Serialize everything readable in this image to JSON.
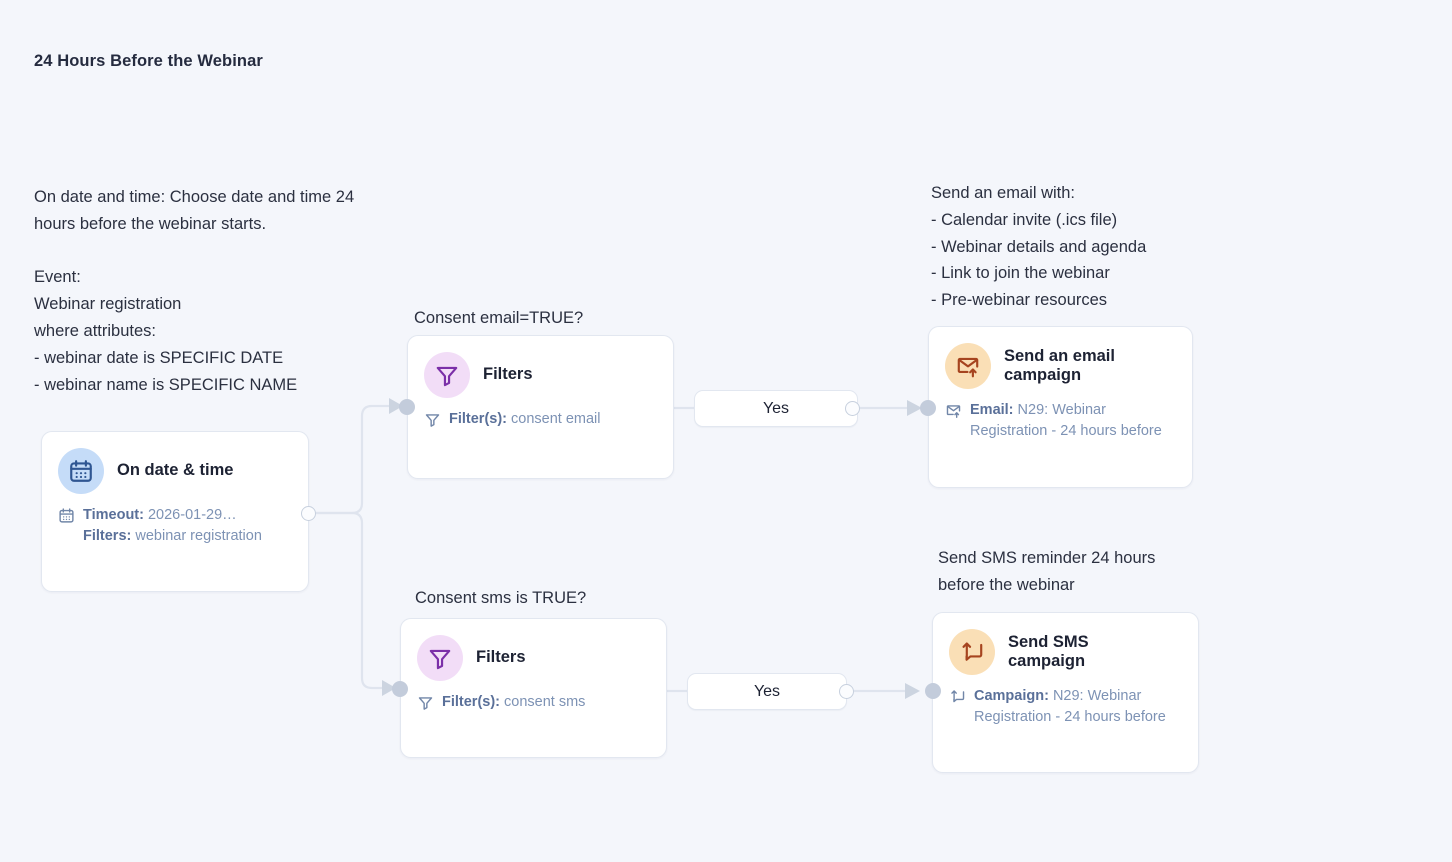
{
  "page": {
    "title": "24 Hours Before the Webinar",
    "background": "#f4f6fb"
  },
  "notes": {
    "trigger": "On date and time: Choose date and time 24\nhours before the webinar starts.\n\nEvent:\nWebinar registration\nwhere attributes:\n- webinar date is SPECIFIC DATE\n- webinar name is SPECIFIC NAME",
    "email": "Send an email with:\n- Calendar invite (.ics file)\n- Webinar details and agenda\n- Link to join the webinar\n- Pre-webinar resources",
    "sms": "Send SMS reminder 24 hours\nbefore the webinar"
  },
  "branch_labels": {
    "email_condition": "Consent email=TRUE?",
    "sms_condition": "Consent sms is TRUE?"
  },
  "edge_labels": {
    "yes_email": "Yes",
    "yes_sms": "Yes"
  },
  "nodes": {
    "trigger": {
      "title": "On date & time",
      "icon": "calendar-icon",
      "icon_bg": "#c5dcf8",
      "icon_color": "#2f5692",
      "meta_icon": "calendar-icon",
      "meta": [
        {
          "label": "Timeout:",
          "value": " 2026-01-29…"
        },
        {
          "label": "Filters:",
          "value": " webinar registration"
        }
      ]
    },
    "filter_email": {
      "title": "Filters",
      "icon": "funnel-icon",
      "icon_bg": "#f2ddf7",
      "icon_color": "#7b2fa8",
      "meta_icon": "funnel-icon",
      "meta": [
        {
          "label": "Filter(s):",
          "value": " consent email"
        }
      ]
    },
    "filter_sms": {
      "title": "Filters",
      "icon": "funnel-icon",
      "icon_bg": "#f2ddf7",
      "icon_color": "#7b2fa8",
      "meta_icon": "funnel-icon",
      "meta": [
        {
          "label": "Filter(s):",
          "value": " consent sms"
        }
      ]
    },
    "email_campaign": {
      "title": "Send an email campaign",
      "icon": "email-send-icon",
      "icon_bg": "#fadfb6",
      "icon_color": "#a6441f",
      "meta_icon": "email-send-icon",
      "meta": [
        {
          "label": "Email:",
          "value": " N29: Webinar Registration - 24 hours before"
        }
      ]
    },
    "sms_campaign": {
      "title": "Send SMS campaign",
      "icon": "sms-send-icon",
      "icon_bg": "#fadfb6",
      "icon_color": "#a6441f",
      "meta_icon": "sms-send-icon",
      "meta": [
        {
          "label": "Campaign:",
          "value": " N29: Webinar Registration - 24 hours before"
        }
      ]
    }
  },
  "colors": {
    "text_dark": "#1d2233",
    "meta_label": "#5a7099",
    "meta_value": "#7d92b4",
    "edge": "#dfe4ee",
    "card_border": "#e2e7f0"
  }
}
